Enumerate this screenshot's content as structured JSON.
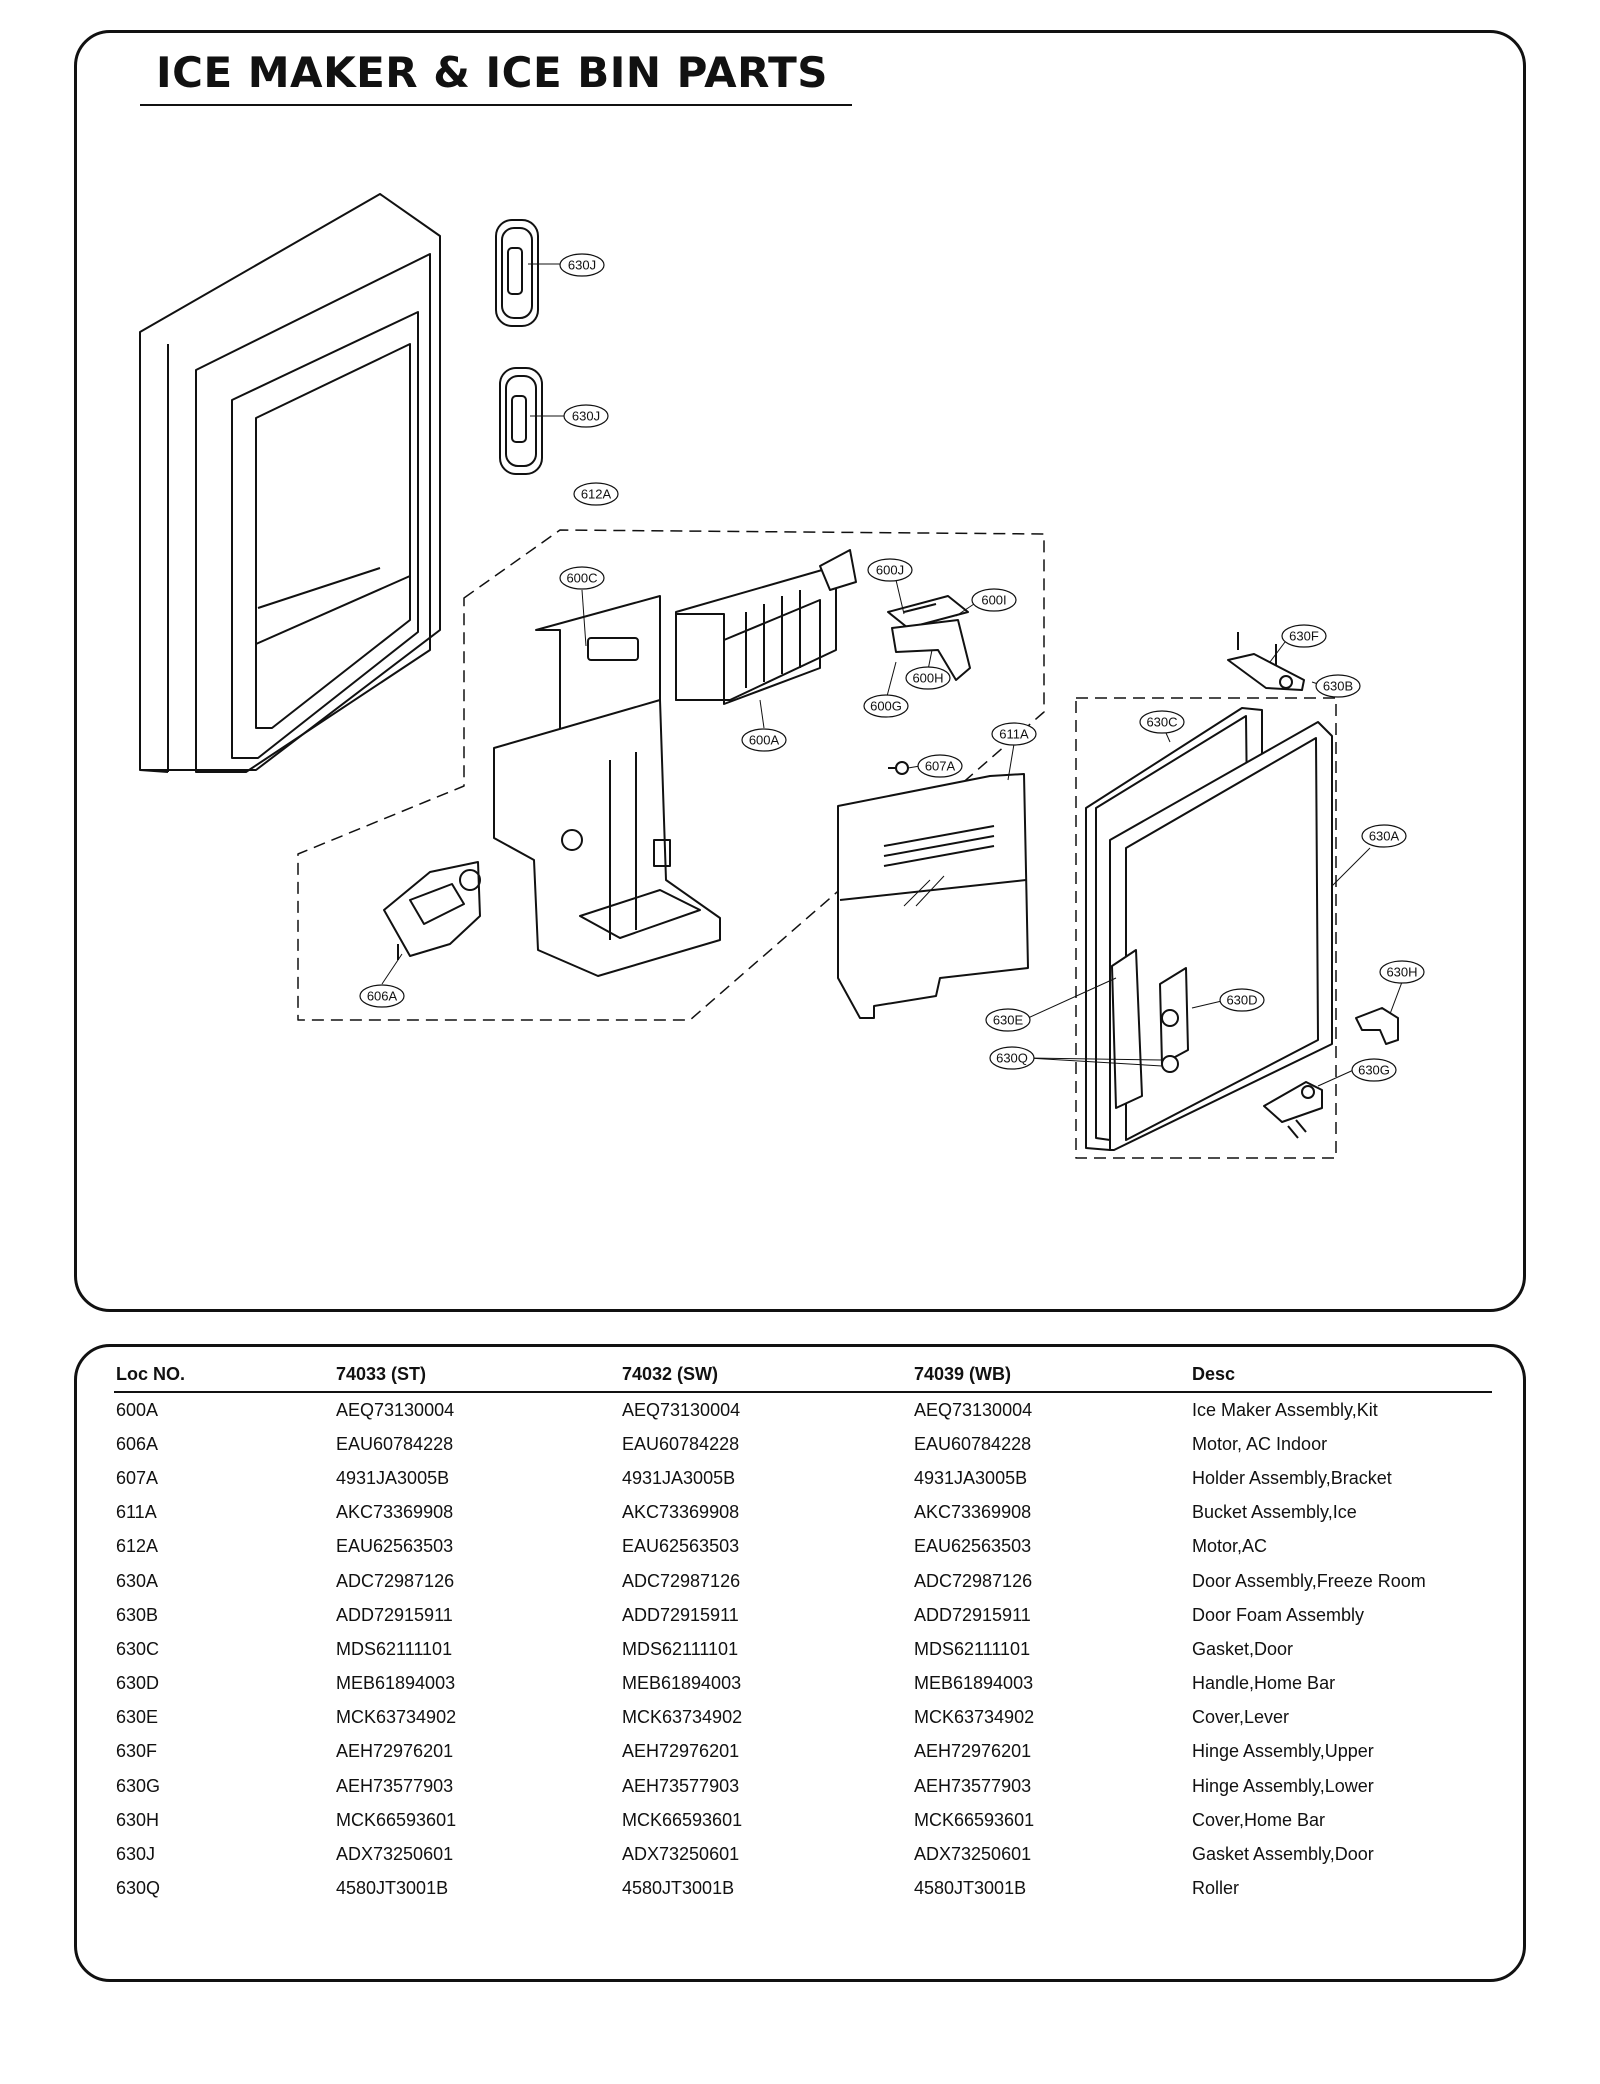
{
  "title": "ICE MAKER & ICE BIN PARTS",
  "callouts": {
    "c630J_top": "630J",
    "c630J_bottom": "630J",
    "c612A": "612A",
    "c600C": "600C",
    "c600J": "600J",
    "c600I": "600I",
    "c600H": "600H",
    "c600G": "600G",
    "c600A": "600A",
    "c611A": "611A",
    "c607A": "607A",
    "c606A": "606A",
    "c630F": "630F",
    "c630B": "630B",
    "c630C": "630C",
    "c630A": "630A",
    "c630H": "630H",
    "c630D": "630D",
    "c630E": "630E",
    "c630Q": "630Q",
    "c630G": "630G"
  },
  "table": {
    "headers": [
      "Loc NO.",
      "74033 (ST)",
      "74032 (SW)",
      "74039 (WB)",
      "Desc"
    ],
    "rows": [
      [
        "600A",
        "AEQ73130004",
        "AEQ73130004",
        "AEQ73130004",
        "Ice Maker Assembly,Kit"
      ],
      [
        "606A",
        "EAU60784228",
        "EAU60784228",
        "EAU60784228",
        "Motor, AC Indoor"
      ],
      [
        "607A",
        "4931JA3005B",
        "4931JA3005B",
        "4931JA3005B",
        "Holder Assembly,Bracket"
      ],
      [
        "611A",
        "AKC73369908",
        "AKC73369908",
        "AKC73369908",
        "Bucket Assembly,Ice"
      ],
      [
        "612A",
        "EAU62563503",
        "EAU62563503",
        "EAU62563503",
        "Motor,AC"
      ],
      [
        "630A",
        "ADC72987126",
        "ADC72987126",
        "ADC72987126",
        "Door Assembly,Freeze Room"
      ],
      [
        "630B",
        "ADD72915911",
        "ADD72915911",
        "ADD72915911",
        "Door Foam Assembly"
      ],
      [
        "630C",
        "MDS62111101",
        "MDS62111101",
        "MDS62111101",
        "Gasket,Door"
      ],
      [
        "630D",
        "MEB61894003",
        "MEB61894003",
        "MEB61894003",
        "Handle,Home Bar"
      ],
      [
        "630E",
        "MCK63734902",
        "MCK63734902",
        "MCK63734902",
        "Cover,Lever"
      ],
      [
        "630F",
        "AEH72976201",
        "AEH72976201",
        "AEH72976201",
        "Hinge Assembly,Upper"
      ],
      [
        "630G",
        "AEH73577903",
        "AEH73577903",
        "AEH73577903",
        "Hinge Assembly,Lower"
      ],
      [
        "630H",
        "MCK66593601",
        "MCK66593601",
        "MCK66593601",
        "Cover,Home Bar"
      ],
      [
        "630J",
        "ADX73250601",
        "ADX73250601",
        "ADX73250601",
        "Gasket Assembly,Door"
      ],
      [
        "630Q",
        "4580JT3001B",
        "4580JT3001B",
        "4580JT3001B",
        "Roller"
      ]
    ]
  }
}
